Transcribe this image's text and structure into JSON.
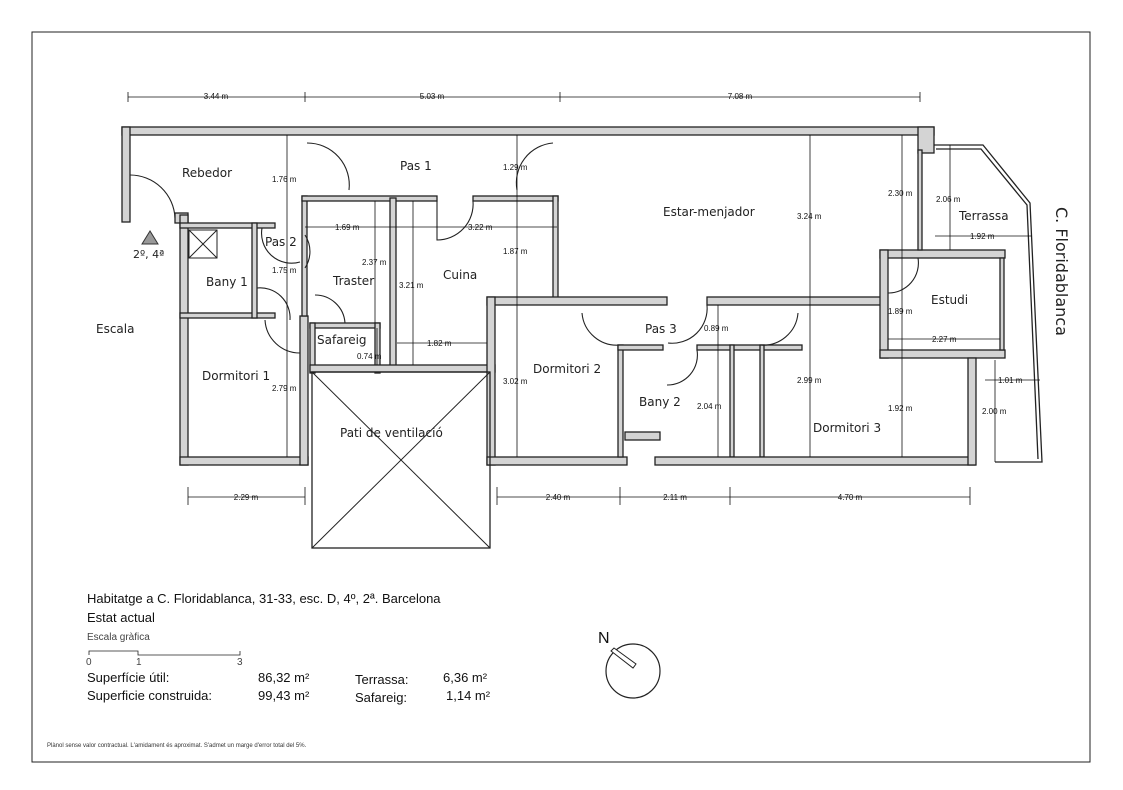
{
  "rooms": {
    "rebedor": "Rebedor",
    "pas1": "Pas 1",
    "pas2": "Pas 2",
    "pas3": "Pas 3",
    "bany1": "Bany 1",
    "bany2": "Bany 2",
    "traster": "Traster",
    "cuina": "Cuina",
    "safareig": "Safareig",
    "dormitori1": "Dormitori 1",
    "dormitori2": "Dormitori 2",
    "dormitori3": "Dormitori 3",
    "estar": "Estar-menjador",
    "estudi": "Estudi",
    "terrassa": "Terrassa",
    "pati": "Pati de ventilació",
    "escala": "Escala",
    "floor_marker": "2º, 4ª"
  },
  "street": "C. Floridablanca",
  "dimensions": {
    "top": [
      "3.44 m",
      "5.03 m",
      "7.08 m"
    ],
    "bottom": [
      "2.29 m",
      "2.40 m",
      "2.11 m",
      "4.70 m"
    ],
    "interior": {
      "d176": "1.76 m",
      "d175": "1.75 m",
      "d279": "2.79 m",
      "d129": "1.29 m",
      "d187": "1.87 m",
      "d302": "3.02 m",
      "d169": "1.69 m",
      "d322": "3.22 m",
      "d237": "2.37 m",
      "d321": "3.21 m",
      "d182": "1.82 m",
      "d074": "0.74 m",
      "d324": "3.24 m",
      "d299": "2.99 m",
      "d230": "2.30 m",
      "d189": "1.89 m",
      "d192a": "1.92 m",
      "d206": "2.06 m",
      "d192b": "1.92 m",
      "d227": "2.27 m",
      "d101": "1.01 m",
      "d200": "2.00 m",
      "d204": "2.04 m",
      "d089": "0.89 m"
    }
  },
  "title_block": {
    "title": "Habitatge a C. Floridablanca, 31-33, esc. D, 4º, 2ª. Barcelona",
    "subtitle": "Estat actual",
    "scale_label": "Escala gràfica",
    "scale_ticks": [
      "0",
      "1",
      "3"
    ],
    "areas": [
      {
        "label": "Superfície útil:",
        "value": "86,32 m²"
      },
      {
        "label": "Superficie construida:",
        "value": "99,43 m²"
      },
      {
        "label": "Terrassa:",
        "value": "6,36 m²"
      },
      {
        "label": "Safareig:",
        "value": "1,14 m²"
      }
    ],
    "disclaimer": "Plànol sense valor contractual. L'amidament és aproximat. S'admet un marge d'error total del 5%."
  },
  "north_label": "N"
}
